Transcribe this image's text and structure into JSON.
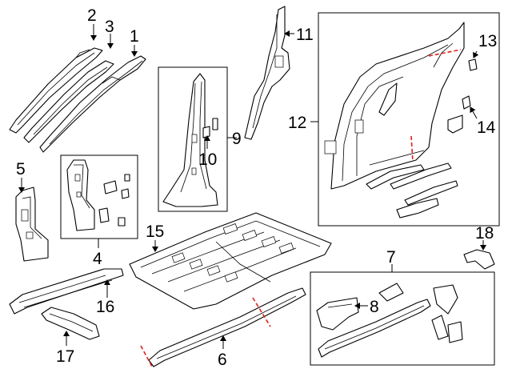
{
  "diagram": {
    "callouts": [
      "1",
      "2",
      "3",
      "4",
      "5",
      "6",
      "7",
      "8",
      "9",
      "10",
      "11",
      "12",
      "13",
      "14",
      "15",
      "16",
      "17",
      "18"
    ],
    "cut_line_color": "#e0201b",
    "line_color": "#000000",
    "background": "#ffffff"
  }
}
